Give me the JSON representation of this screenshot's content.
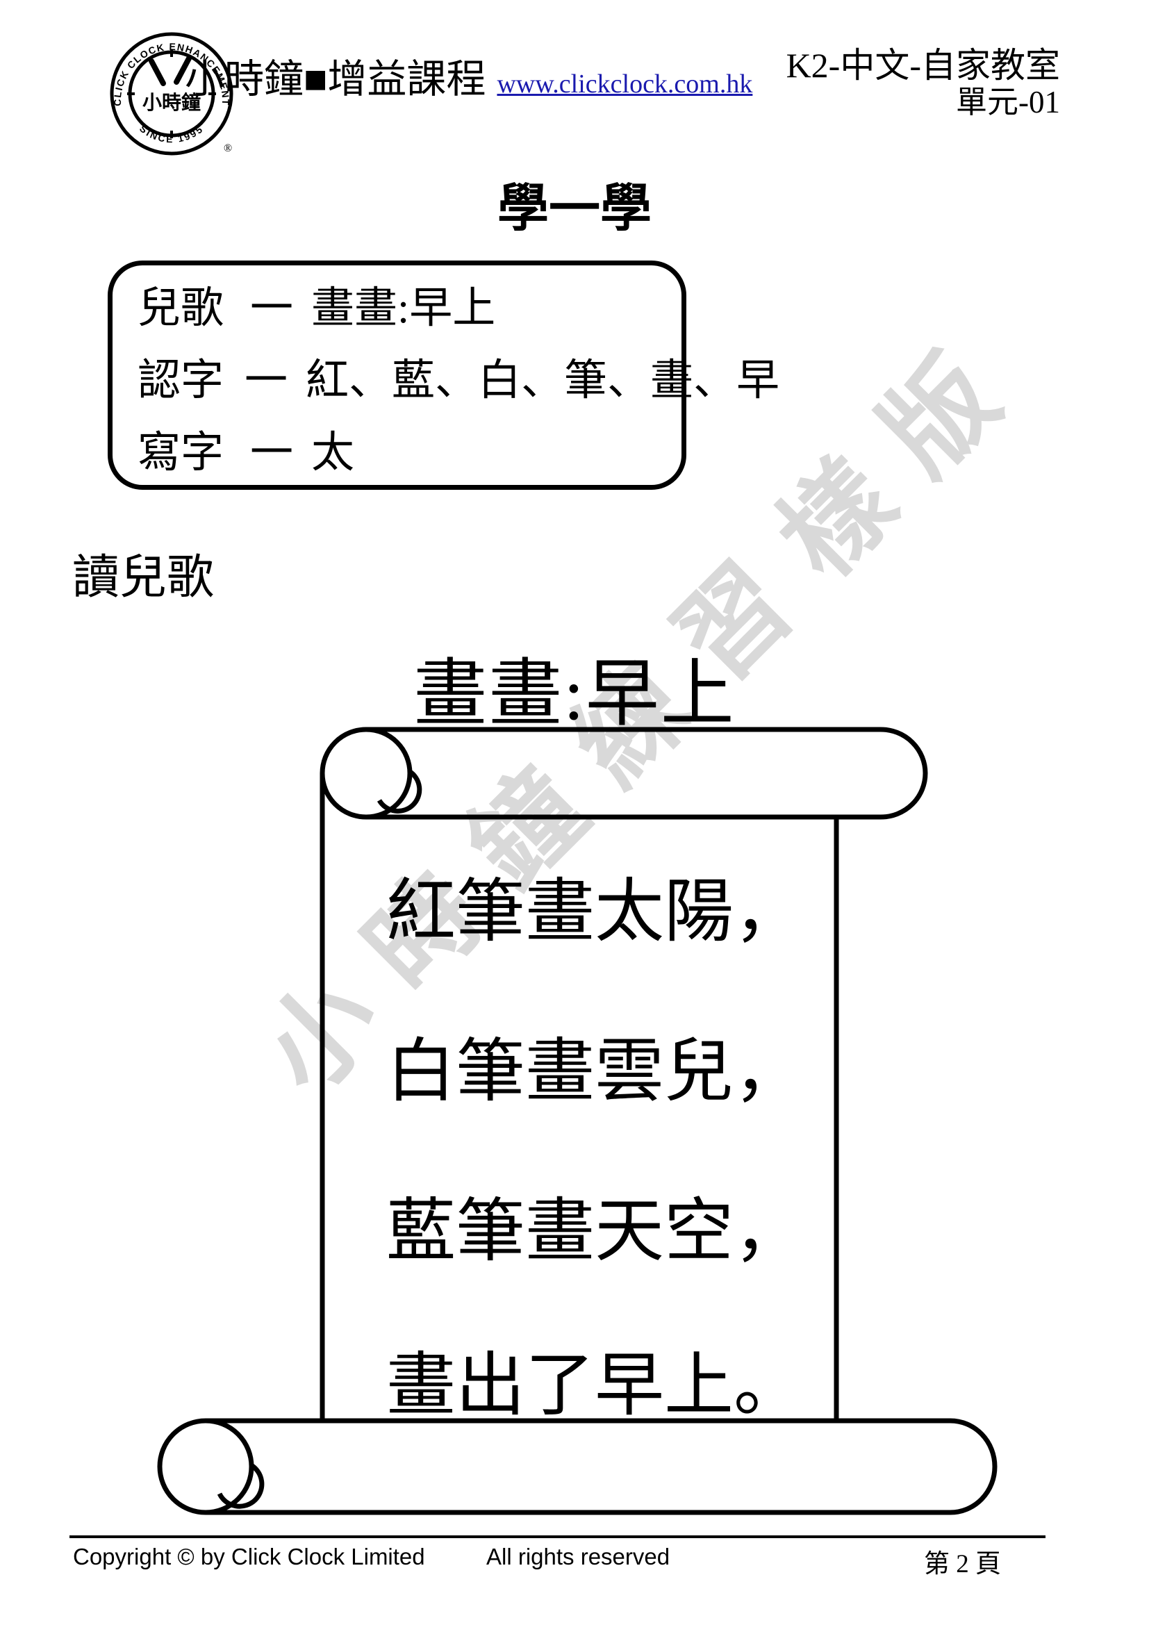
{
  "header": {
    "logo": {
      "arc_top": "CLICK CLOCK ENHANCEMENT",
      "arc_bottom": "SINCE 1995",
      "center_text": "小時鐘",
      "registered_mark": "®"
    },
    "brand_title": "小時鐘■增益課程",
    "website": "www.clickclock.com.hk",
    "course": "K2-中文-自家教室",
    "unit": "單元-01",
    "link_color": "#1a1aae"
  },
  "lesson": {
    "section_title": "學一學",
    "summary_box": {
      "rows": [
        {
          "label": "兒歌",
          "dash": "一",
          "value": "畫畫:早上"
        },
        {
          "label": "認字",
          "dash": "一",
          "value": "紅、藍、白、筆、畫、早"
        },
        {
          "label": "寫字",
          "dash": "一",
          "value": "太"
        }
      ]
    },
    "read_heading": "讀兒歌",
    "poem_title": "畫畫:早上",
    "poem_lines": [
      "紅筆畫太陽，",
      "白筆畫雲兒，",
      "藍筆畫天空，",
      "畫出了早上。"
    ]
  },
  "watermark": {
    "text": "小時鐘練習樣版",
    "color": "rgba(0,0,0,0.15)"
  },
  "footer": {
    "copyright": "Copyright © by Click Clock Limited",
    "rights": "All rights reserved",
    "page_label": "第 2 頁"
  },
  "colors": {
    "ink": "#000000",
    "paper": "#ffffff"
  }
}
